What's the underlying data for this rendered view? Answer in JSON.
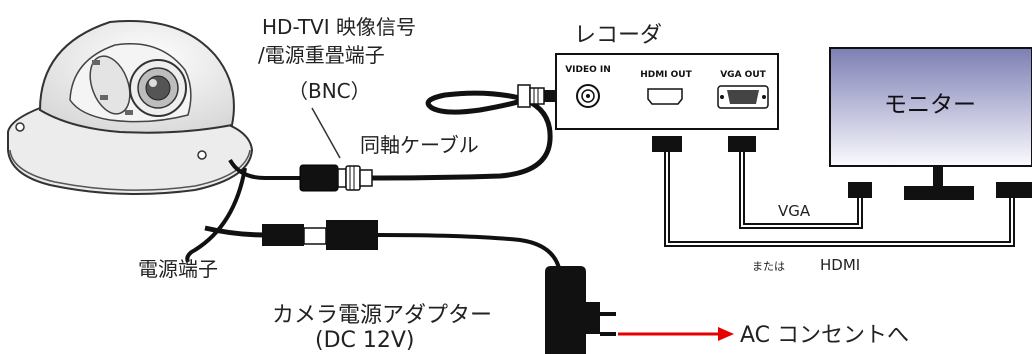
{
  "labels": {
    "signal_line1": "HD-TVI 映像信号",
    "signal_line2": "/電源重畳端子",
    "signal_line3": "（BNC）",
    "coax_cable": "同軸ケーブル",
    "power_terminal": "電源端子",
    "adapter_line1": "カメラ電源アダプター",
    "adapter_line2": "(DC 12V)",
    "outlet": "AC コンセントへ",
    "vga": "VGA",
    "or": "または",
    "hdmi": "HDMI"
  },
  "recorder": {
    "title": "レコーダ",
    "video_in": "VIDEO IN",
    "hdmi_out": "HDMI OUT",
    "vga_out": "VGA OUT"
  },
  "monitor": {
    "label": "モニター"
  },
  "colors": {
    "cable": "#111111",
    "arrow": "#e60000",
    "monitor_top": "#7d7fb4",
    "monitor_bottom": "#fafafe"
  }
}
